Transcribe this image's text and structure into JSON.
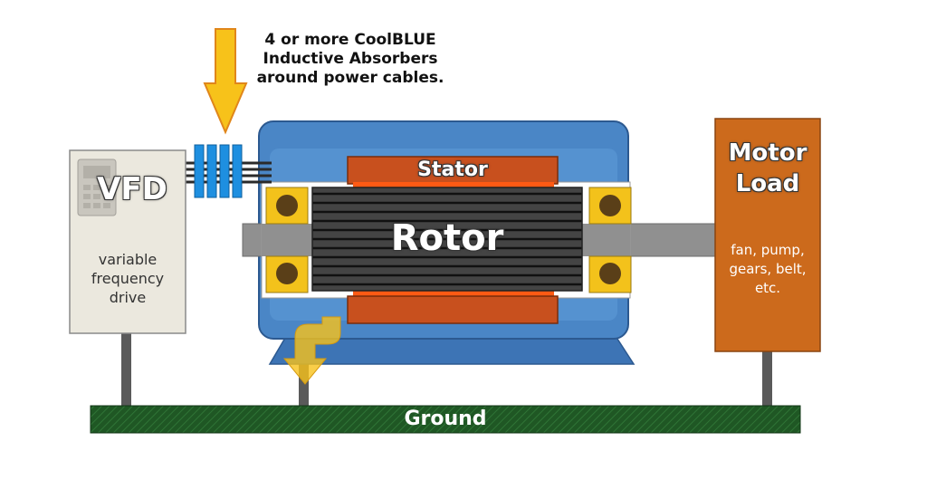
{
  "annotation": {
    "lines": [
      "4 or more CoolBLUE",
      "Inductive Absorbers",
      "around power cables."
    ]
  },
  "vfd": {
    "title": "VFD",
    "description_lines": [
      "variable",
      "frequency",
      "drive"
    ]
  },
  "motor": {
    "stator_label": "Stator",
    "rotor_label": "Rotor"
  },
  "load": {
    "title_lines": [
      "Motor",
      "Load"
    ],
    "description_lines": [
      "fan, pump,",
      "gears, belt,",
      "etc."
    ]
  },
  "ground": {
    "label": "Ground"
  },
  "colors": {
    "motor_blue": "#4a86c6",
    "stator": "#c8501e",
    "load": "#cc6a1c",
    "ground": "#1e5222",
    "arrow": "#f7c21a",
    "absorber": "#1e8fe0"
  }
}
